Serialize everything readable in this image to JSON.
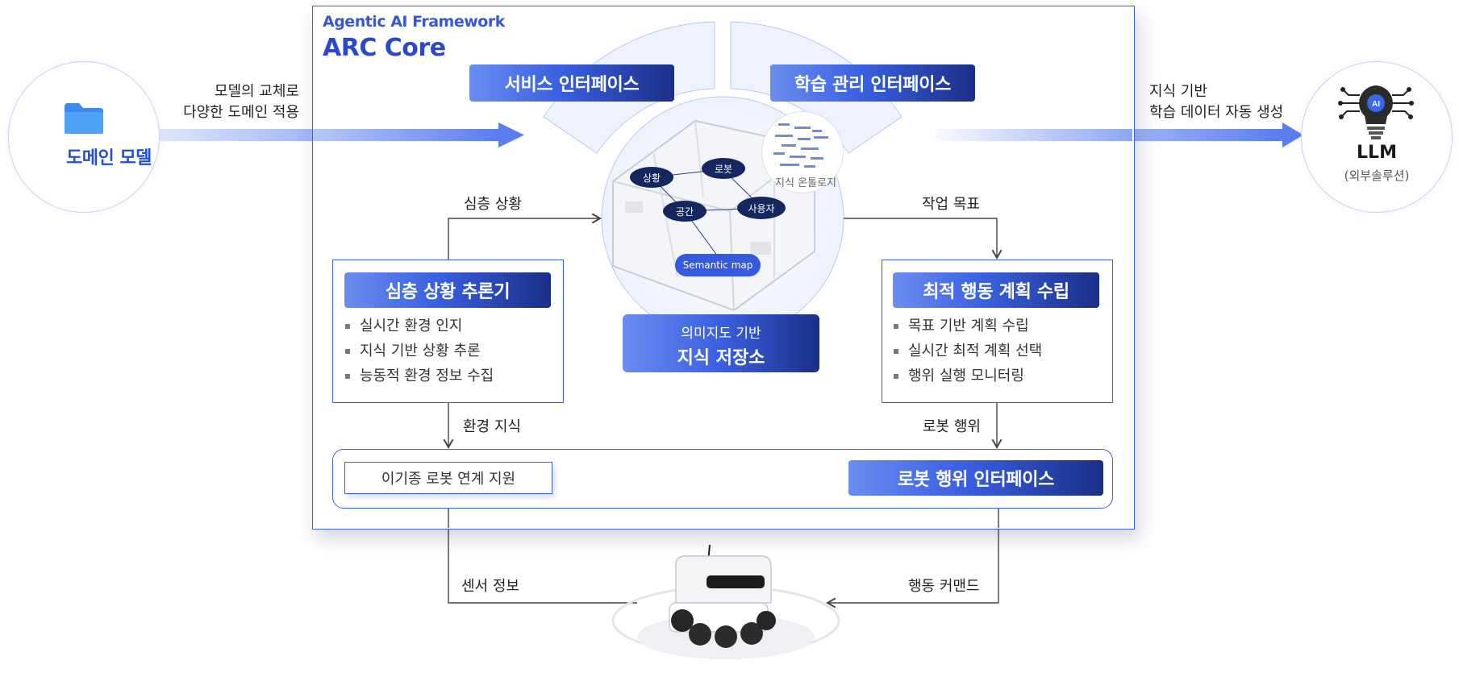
{
  "framework": {
    "subtitle": "Agentic AI Framework",
    "title": "ARC Core"
  },
  "domain_model": {
    "label": "도메인 모델",
    "icon": "folder-icon"
  },
  "llm": {
    "label": "LLM",
    "sublabel": "(외부솔루션)",
    "icon": "ai-lightbulb-icon"
  },
  "left_arrow_text": {
    "line1": "모델의 교체로",
    "line2": "다양한 도메인 적용"
  },
  "right_arrow_text": {
    "line1": "지식 기반",
    "line2": "학습 데이터 자동 생성"
  },
  "interfaces": {
    "service": "서비스 인터페이스",
    "learning": "학습 관리 인터페이스",
    "robot_action": "로봇 행위 인터페이스"
  },
  "semantic_map": {
    "nodes": [
      "상황",
      "로봇",
      "공간",
      "사용자"
    ],
    "label": "Semantic map",
    "ontology_label": "지식 온톨로지"
  },
  "knowledge_store": {
    "sub": "의미지도 기반",
    "main": "지식 저장소"
  },
  "reasoner": {
    "title": "심층 상황 추론기",
    "items": [
      "실시간 환경 인지",
      "지식 기반 상황 추론",
      "능동적 환경 정보 수집"
    ]
  },
  "planner": {
    "title": "최적 행동 계획 수립",
    "items": [
      "목표 기반 계획 수립",
      "실시간 최적 계획 선택",
      "행위 실행 모니터링"
    ]
  },
  "flow_labels": {
    "deep_situation": "심층 상황",
    "task_goal": "작업 목표",
    "env_knowledge": "환경 지식",
    "robot_action": "로봇 행위",
    "sensor_info": "센서 정보",
    "action_command": "행동 커맨드"
  },
  "hetero_robot": "이기종 로봇 연계 지원",
  "colors": {
    "accent": "#3a63d8",
    "dark_navy": "#14275f",
    "domain_text": "#1f4fd6"
  }
}
